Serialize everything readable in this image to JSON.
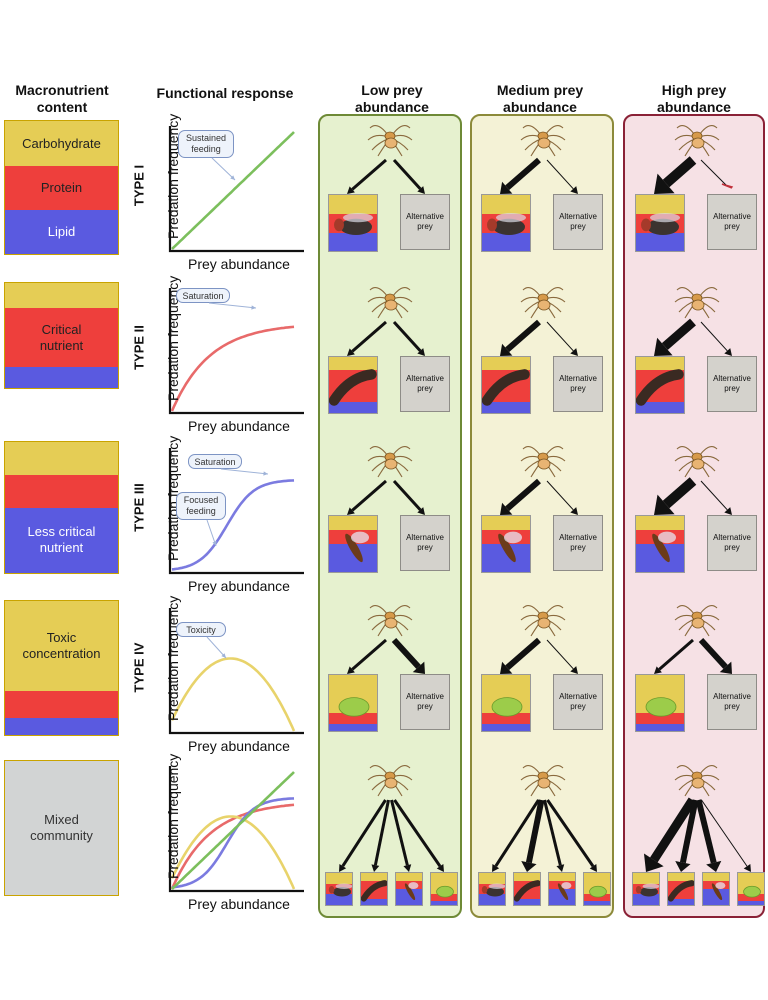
{
  "headers": {
    "macronutrient": "Macronutrient\ncontent",
    "functional": "Functional response",
    "low": "Low prey\nabundance",
    "medium": "Medium prey\nabundance",
    "high": "High prey\nabundance"
  },
  "colors": {
    "carbohydrate": "#e5cd55",
    "protein": "#ee3f3c",
    "lipid": "#5a5ae0",
    "mixed": "#d2d4d4",
    "low_bg": "#e6f1cf",
    "low_border": "#6e8a36",
    "medium_bg": "#f4f2d6",
    "medium_border": "#8c8a3a",
    "high_bg": "#f6e1e5",
    "high_border": "#8a2136",
    "type1": "#7cbf5d",
    "type2": "#e86a6a",
    "type3": "#7b7be0",
    "type4": "#e8d36b"
  },
  "macro_rows": [
    {
      "segments": [
        {
          "label": "Carbohydrate",
          "color": "carbohydrate",
          "frac": 0.34
        },
        {
          "label": "Protein",
          "color": "protein",
          "frac": 0.33
        },
        {
          "label": "Lipid",
          "color": "lipid",
          "frac": 0.33
        }
      ]
    },
    {
      "segments": [
        {
          "label": "",
          "color": "carbohydrate",
          "frac": 0.24
        },
        {
          "label": "Critical\nnutrient",
          "color": "protein",
          "frac": 0.56
        },
        {
          "label": "",
          "color": "lipid",
          "frac": 0.2
        }
      ]
    },
    {
      "segments": [
        {
          "label": "",
          "color": "carbohydrate",
          "frac": 0.25
        },
        {
          "label": "",
          "color": "protein",
          "frac": 0.25
        },
        {
          "label": "Less critical\nnutrient",
          "color": "lipid",
          "frac": 0.5
        }
      ]
    },
    {
      "segments": [
        {
          "label": "Toxic\nconcentration",
          "color": "carbohydrate",
          "frac": 0.67
        },
        {
          "label": "",
          "color": "protein",
          "frac": 0.2
        },
        {
          "label": "",
          "color": "lipid",
          "frac": 0.13
        }
      ]
    },
    {
      "segments": [
        {
          "label": "Mixed\ncommunity",
          "color": "mixed",
          "frac": 1.0
        }
      ]
    }
  ],
  "functional_rows": [
    {
      "type_label": "TYPE I",
      "ylabel": "Predation frequency",
      "xlabel": "Prey abundance",
      "callouts": [
        "Sustained\nfeeding"
      ]
    },
    {
      "type_label": "TYPE II",
      "ylabel": "Predation frequency",
      "xlabel": "Prey abundance",
      "callouts": [
        "Saturation"
      ]
    },
    {
      "type_label": "TYPE III",
      "ylabel": "Predation frequency",
      "xlabel": "Prey abundance",
      "callouts": [
        "Saturation",
        "Focused\nfeeding"
      ]
    },
    {
      "type_label": "TYPE IV",
      "ylabel": "Predation frequency",
      "xlabel": "Prey abundance",
      "callouts": [
        "Toxicity"
      ]
    },
    {
      "type_label": "",
      "ylabel": "Predation frequency",
      "xlabel": "Prey abundance",
      "callouts": []
    }
  ],
  "alternative_prey_label": "Alternative\nprey",
  "prey_icons": [
    "fly-icon",
    "beetle-larva-icon",
    "wasp-icon",
    "aphid-icon"
  ],
  "spider_icon": "spider-icon",
  "arrow_weights": {
    "low": [
      [
        3,
        3
      ],
      [
        3,
        3
      ],
      [
        3,
        3
      ],
      [
        3,
        6
      ],
      [
        3,
        3,
        3,
        3
      ]
    ],
    "medium": [
      [
        6,
        1
      ],
      [
        6,
        1
      ],
      [
        6,
        1
      ],
      [
        6,
        1
      ],
      [
        3,
        6,
        3,
        3
      ]
    ],
    "high": [
      [
        10,
        1
      ],
      [
        9,
        1
      ],
      [
        10,
        1
      ],
      [
        3,
        6
      ],
      [
        9,
        6,
        6,
        1
      ]
    ]
  },
  "high_inhibited": [
    true,
    false,
    false,
    false,
    false
  ]
}
